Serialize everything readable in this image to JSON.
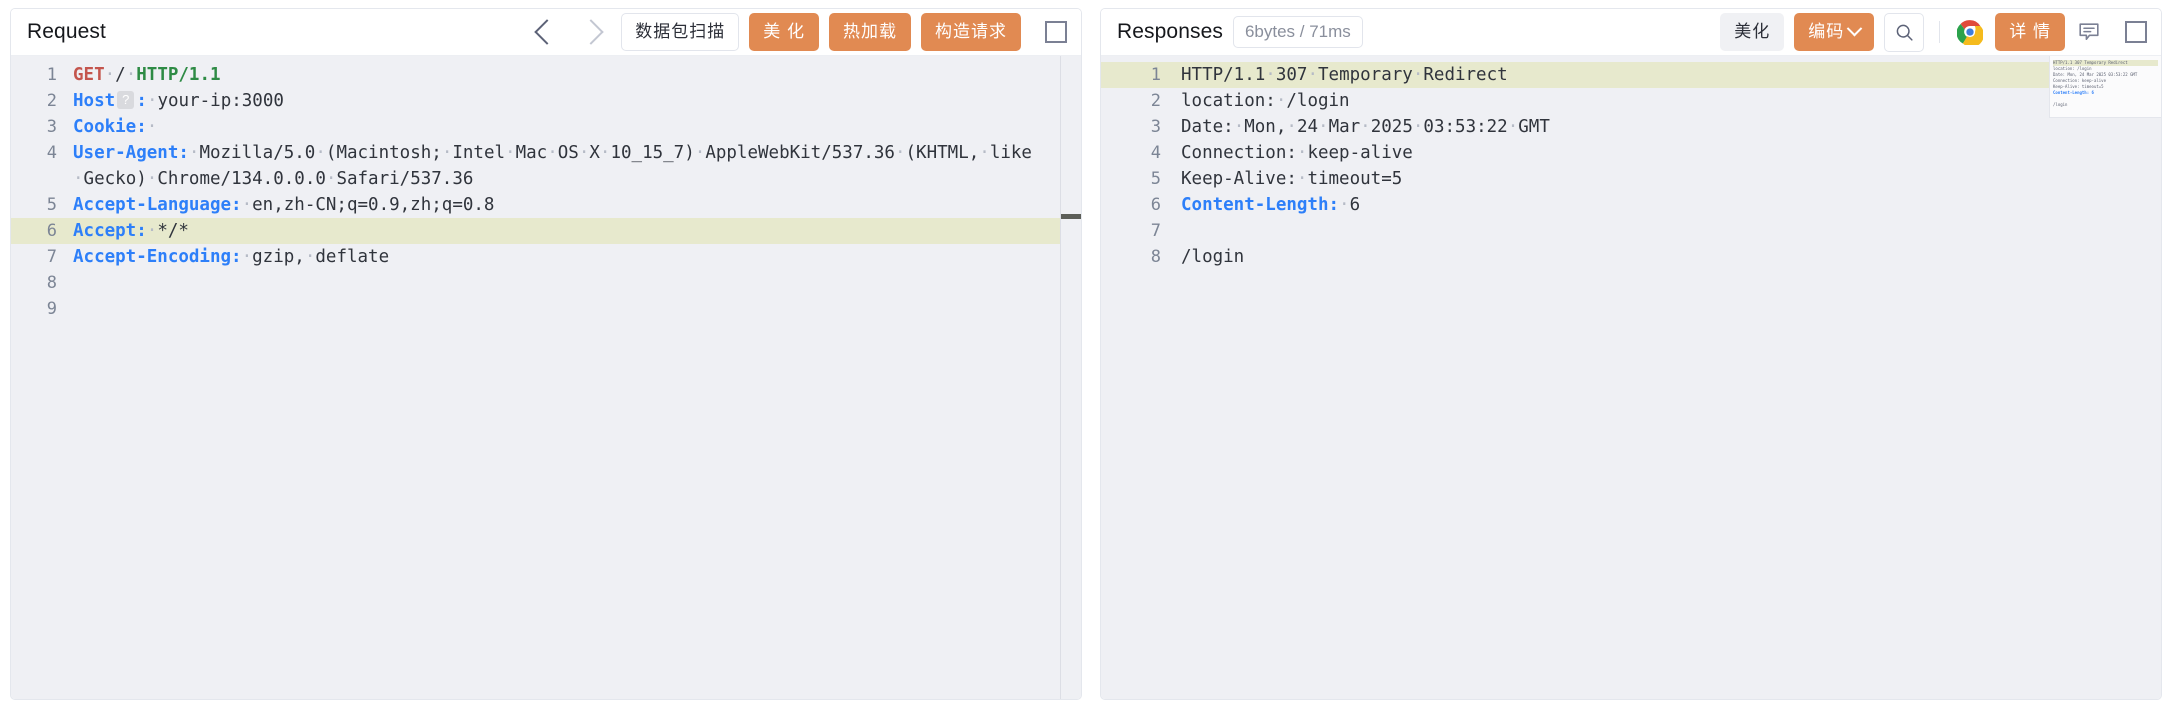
{
  "request_panel": {
    "title": "Request",
    "nav": {
      "prev_icon": "chevron-left-icon",
      "next_icon": "chevron-right-icon"
    },
    "buttons": [
      {
        "label": "数据包扫描",
        "style": "ghost",
        "name": "packet-scan-button"
      },
      {
        "label": "美 化",
        "style": "orange",
        "name": "beautify-button"
      },
      {
        "label": "热加载",
        "style": "orange",
        "name": "hot-reload-button"
      },
      {
        "label": "构造请求",
        "style": "orange",
        "name": "construct-request-button"
      }
    ],
    "expand_icon": "expand-icon",
    "lines": [
      {
        "n": "1",
        "highlight": false,
        "tokens": [
          {
            "t": "GET",
            "c": "method"
          },
          {
            "t": "·",
            "c": "dot"
          },
          {
            "t": "/",
            "c": "plain"
          },
          {
            "t": "·",
            "c": "dot"
          },
          {
            "t": "HTTP/1.1",
            "c": "proto"
          }
        ]
      },
      {
        "n": "2",
        "highlight": false,
        "tokens": [
          {
            "t": "Host",
            "c": "header"
          },
          {
            "t": "?",
            "c": "badge"
          },
          {
            "t": ":",
            "c": "header"
          },
          {
            "t": "·",
            "c": "dot"
          },
          {
            "t": "your-ip:3000",
            "c": "plain"
          }
        ]
      },
      {
        "n": "3",
        "highlight": false,
        "tokens": [
          {
            "t": "Cookie",
            "c": "header"
          },
          {
            "t": ":",
            "c": "header"
          },
          {
            "t": "·",
            "c": "dot"
          }
        ]
      },
      {
        "n": "4",
        "highlight": false,
        "tokens": [
          {
            "t": "User-Agent",
            "c": "header"
          },
          {
            "t": ":",
            "c": "header"
          },
          {
            "t": "·",
            "c": "dot"
          },
          {
            "t": "Mozilla/5.0",
            "c": "plain"
          },
          {
            "t": "·",
            "c": "dot"
          },
          {
            "t": "(Macintosh;",
            "c": "plain"
          },
          {
            "t": "·",
            "c": "dot"
          },
          {
            "t": "Intel",
            "c": "plain"
          },
          {
            "t": "·",
            "c": "dot"
          },
          {
            "t": "Mac",
            "c": "plain"
          },
          {
            "t": "·",
            "c": "dot"
          },
          {
            "t": "OS",
            "c": "plain"
          },
          {
            "t": "·",
            "c": "dot"
          },
          {
            "t": "X",
            "c": "plain"
          },
          {
            "t": "·",
            "c": "dot"
          },
          {
            "t": "10_15_7)",
            "c": "plain"
          },
          {
            "t": "·",
            "c": "dot"
          },
          {
            "t": "AppleWebKit/537.36",
            "c": "plain"
          },
          {
            "t": "·",
            "c": "dot"
          },
          {
            "t": "(KHTML,",
            "c": "plain"
          },
          {
            "t": "·",
            "c": "dot"
          },
          {
            "t": "like",
            "c": "plain"
          },
          {
            "t": "·",
            "c": "dot"
          },
          {
            "t": "Gecko)",
            "c": "plain"
          },
          {
            "t": "·",
            "c": "dot"
          },
          {
            "t": "Chrome/134.0.0.0",
            "c": "plain"
          },
          {
            "t": "·",
            "c": "dot"
          },
          {
            "t": "Safari/537.36",
            "c": "plain"
          }
        ]
      },
      {
        "n": "5",
        "highlight": false,
        "tokens": [
          {
            "t": "Accept-Language",
            "c": "header"
          },
          {
            "t": ":",
            "c": "header"
          },
          {
            "t": "·",
            "c": "dot"
          },
          {
            "t": "en,zh-CN;q=0.9,zh;q=0.8",
            "c": "plain"
          }
        ]
      },
      {
        "n": "6",
        "highlight": true,
        "tokens": [
          {
            "t": "Accept",
            "c": "header"
          },
          {
            "t": ":",
            "c": "header"
          },
          {
            "t": "·",
            "c": "dot"
          },
          {
            "t": "*/*",
            "c": "plain"
          }
        ]
      },
      {
        "n": "7",
        "highlight": false,
        "tokens": [
          {
            "t": "Accept-Encoding",
            "c": "header"
          },
          {
            "t": ":",
            "c": "header"
          },
          {
            "t": "·",
            "c": "dot"
          },
          {
            "t": "gzip,",
            "c": "plain"
          },
          {
            "t": "·",
            "c": "dot"
          },
          {
            "t": "deflate",
            "c": "plain"
          }
        ]
      },
      {
        "n": "8",
        "highlight": false,
        "tokens": []
      },
      {
        "n": "9",
        "highlight": false,
        "tokens": []
      }
    ]
  },
  "response_panel": {
    "title": "Responses",
    "meta": "6bytes / 71ms",
    "buttons": [
      {
        "label": "美化",
        "style": "grey",
        "name": "beautify-button"
      },
      {
        "label": "编码",
        "style": "orange-dropdown",
        "name": "encode-dropdown-button"
      }
    ],
    "search_icon": "search-icon",
    "browser_icon": "chrome-icon",
    "detail_label": "详 情",
    "comment_icon": "comment-icon",
    "expand_icon": "expand-icon",
    "lines": [
      {
        "n": "1",
        "highlight": true,
        "tokens": [
          {
            "t": "HTTP/1.1",
            "c": "plain"
          },
          {
            "t": "·",
            "c": "dot"
          },
          {
            "t": "307",
            "c": "plain"
          },
          {
            "t": "·",
            "c": "dot"
          },
          {
            "t": "Temporary",
            "c": "plain"
          },
          {
            "t": "·",
            "c": "dot"
          },
          {
            "t": "Redirect",
            "c": "plain"
          }
        ]
      },
      {
        "n": "2",
        "highlight": false,
        "tokens": [
          {
            "t": "location:",
            "c": "plain"
          },
          {
            "t": "·",
            "c": "dot"
          },
          {
            "t": "/login",
            "c": "plain"
          }
        ]
      },
      {
        "n": "3",
        "highlight": false,
        "tokens": [
          {
            "t": "Date:",
            "c": "plain"
          },
          {
            "t": "·",
            "c": "dot"
          },
          {
            "t": "Mon,",
            "c": "plain"
          },
          {
            "t": "·",
            "c": "dot"
          },
          {
            "t": "24",
            "c": "plain"
          },
          {
            "t": "·",
            "c": "dot"
          },
          {
            "t": "Mar",
            "c": "plain"
          },
          {
            "t": "·",
            "c": "dot"
          },
          {
            "t": "2025",
            "c": "plain"
          },
          {
            "t": "·",
            "c": "dot"
          },
          {
            "t": "03:53:22",
            "c": "plain"
          },
          {
            "t": "·",
            "c": "dot"
          },
          {
            "t": "GMT",
            "c": "plain"
          }
        ]
      },
      {
        "n": "4",
        "highlight": false,
        "tokens": [
          {
            "t": "Connection:",
            "c": "plain"
          },
          {
            "t": "·",
            "c": "dot"
          },
          {
            "t": "keep-alive",
            "c": "plain"
          }
        ]
      },
      {
        "n": "5",
        "highlight": false,
        "tokens": [
          {
            "t": "Keep-Alive:",
            "c": "plain"
          },
          {
            "t": "·",
            "c": "dot"
          },
          {
            "t": "timeout=5",
            "c": "plain"
          }
        ]
      },
      {
        "n": "6",
        "highlight": false,
        "tokens": [
          {
            "t": "Content-Length:",
            "c": "header"
          },
          {
            "t": "·",
            "c": "dot"
          },
          {
            "t": "6",
            "c": "plain"
          }
        ]
      },
      {
        "n": "7",
        "highlight": false,
        "tokens": []
      },
      {
        "n": "8",
        "highlight": false,
        "tokens": [
          {
            "t": "/login",
            "c": "plain"
          }
        ]
      }
    ],
    "minimap_lines": [
      {
        "text": "HTTP/1.1 307 Temporary Redirect",
        "hl": true,
        "blue": false
      },
      {
        "text": "location: /login",
        "hl": false,
        "blue": false
      },
      {
        "text": "Date: Mon, 24 Mar 2025 03:53:22 GMT",
        "hl": false,
        "blue": false
      },
      {
        "text": "Connection: keep-alive",
        "hl": false,
        "blue": false
      },
      {
        "text": "Keep-Alive: timeout=5",
        "hl": false,
        "blue": false
      },
      {
        "text": "Content-Length: 6",
        "hl": false,
        "blue": true
      },
      {
        "text": "",
        "hl": false,
        "blue": false
      },
      {
        "text": "/login",
        "hl": false,
        "blue": false
      }
    ]
  },
  "colors": {
    "accent_orange": "#e18a52",
    "editor_bg": "#eff0f4",
    "highlight_line": "#e7e9cd",
    "header_blue": "#2d7ff9",
    "method_red": "#c4554d",
    "proto_green": "#2e8b45"
  }
}
